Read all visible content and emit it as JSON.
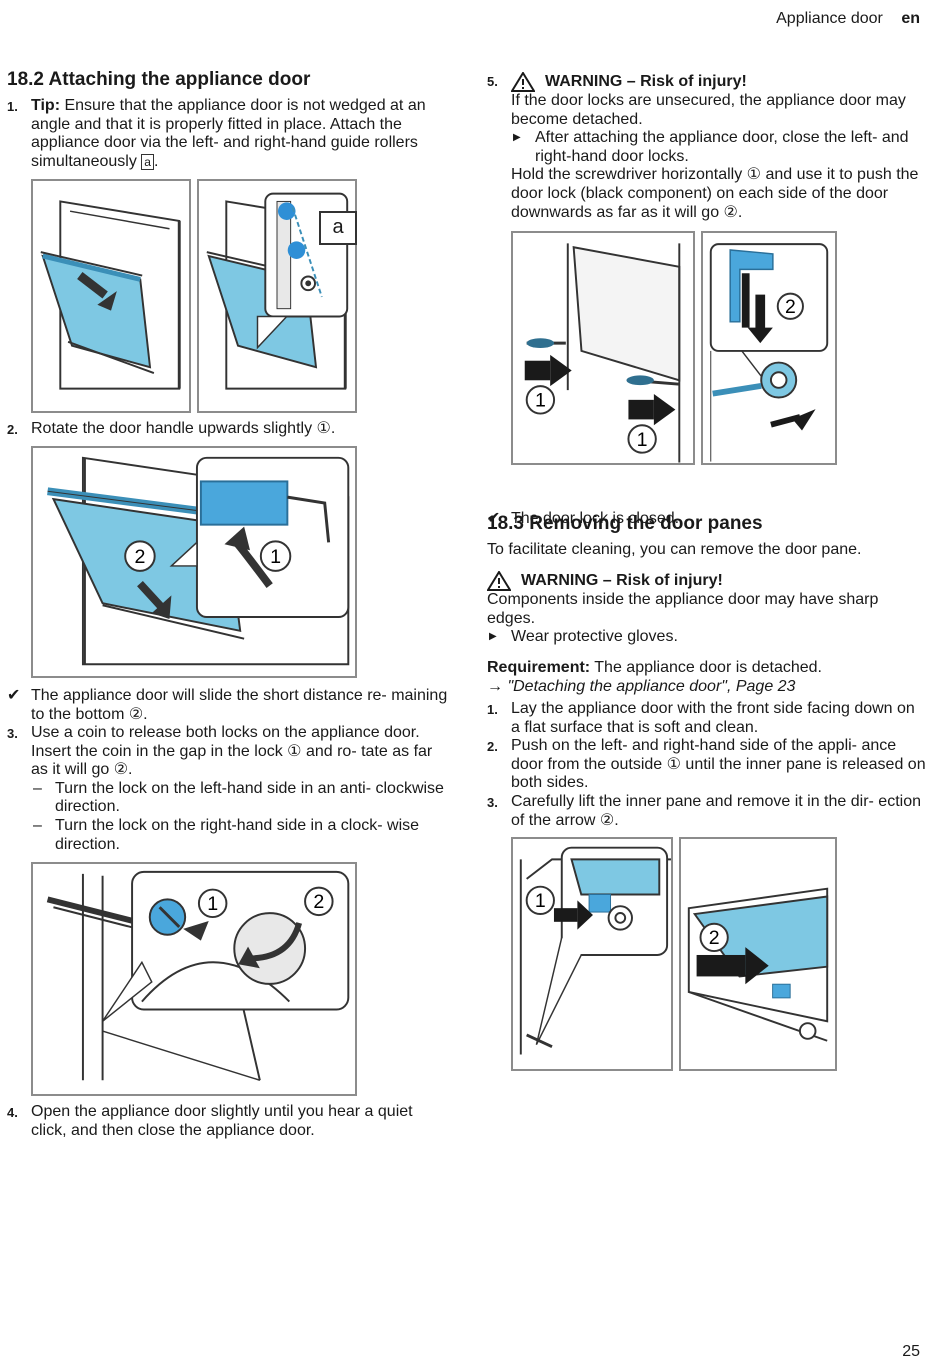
{
  "header": {
    "section": "Appliance door",
    "lang": "en"
  },
  "page_number": "25",
  "left": {
    "heading": "18.2 Attaching the appliance door",
    "step1": {
      "num": "1.",
      "tip_label": "Tip:",
      "text": " Ensure that the appliance door is not wedged at an angle and that it is properly fitted in place. Attach the appliance door via the left- and right-hand guide rollers simultaneously ",
      "ref": "a",
      "end": "."
    },
    "fig1_label": "a",
    "step2": {
      "num": "2.",
      "text": "Rotate the door handle upwards slightly ①."
    },
    "fig2_labels": {
      "one": "1",
      "two": "2"
    },
    "result2": "The appliance door will slide the short distance re- maining to the bottom ②.",
    "step3": {
      "num": "3.",
      "text": "Use a coin to release both locks on the appliance door. Insert the coin in the gap in the lock ① and ro- tate as far as it will go ②."
    },
    "sub3": [
      "Turn the lock on the left-hand side in an anti- clockwise direction.",
      "Turn the lock on the right-hand side in a clock- wise direction."
    ],
    "fig3_labels": {
      "one": "1",
      "two": "2"
    },
    "step4": {
      "num": "4.",
      "text": "Open the appliance door slightly until you hear a quiet click, and then close the appliance door."
    }
  },
  "right": {
    "step5": {
      "num": "5.",
      "warning": "WARNING – Risk of injury!",
      "text": "If the door locks are unsecured, the appliance door may become detached.",
      "action": "After attaching the appliance door, close the left- and right-hand door locks.",
      "hold": "Hold the screwdriver horizontally ① and use it to push the door lock (black component) on each side of the door downwards as far as it will go ②."
    },
    "fig4_labels": {
      "one": "1",
      "two": "2"
    },
    "result5": "The door lock is closed.",
    "heading2": "18.3 Removing the door panes",
    "intro": "To facilitate cleaning, you can remove the door pane.",
    "warning2": "WARNING – Risk of injury!",
    "warning2_text": "Components inside the appliance door may have sharp edges.",
    "warning2_action": "Wear protective gloves.",
    "requirement_label": "Requirement:",
    "requirement_text": " The appliance door is detached.",
    "xref": "→ \"Detaching the appliance door\", Page 23",
    "steps": [
      {
        "num": "1.",
        "text": "Lay the appliance door with the front side facing down on a flat surface that is soft and clean."
      },
      {
        "num": "2.",
        "text": "Push on the left- and right-hand side of the appli- ance door from the outside ① until the inner pane is released on both sides."
      },
      {
        "num": "3.",
        "text": "Carefully lift the inner pane and remove it in the dir- ection of the arrow ②."
      }
    ],
    "fig5_labels": {
      "one": "1",
      "two": "2"
    }
  },
  "colors": {
    "glass": "#7ec8e3",
    "glass_dark": "#3b8fb8",
    "line": "#333333",
    "frame": "#8c8c8c"
  }
}
